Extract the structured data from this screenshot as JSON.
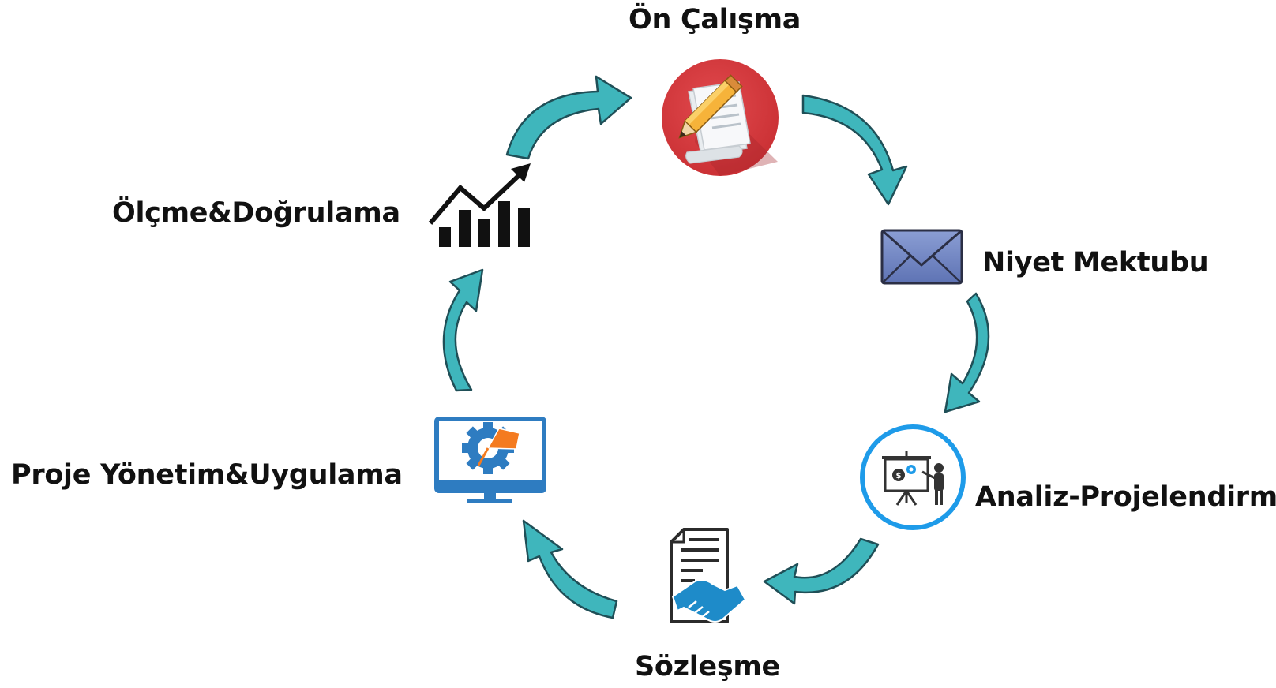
{
  "title": "",
  "steps": [
    {
      "id": "on-calisma",
      "label": "Ön Çalışma",
      "icon": "document-pencil-icon"
    },
    {
      "id": "niyet-mektubu",
      "label": "Niyet Mektubu",
      "icon": "envelope-icon"
    },
    {
      "id": "analiz-projelendirme",
      "label": "Analiz-Projelendirme",
      "icon": "presentation-board-icon"
    },
    {
      "id": "sozlesme",
      "label": "Sözleşme",
      "icon": "contract-handshake-icon"
    },
    {
      "id": "proje-yonetim",
      "label": "Proje Yönetim&Uygulama",
      "icon": "monitor-gear-icon"
    },
    {
      "id": "olcme-dogrulama",
      "label": "Ölçme&Doğrulama",
      "icon": "bar-chart-growth-icon"
    }
  ],
  "flow": "clockwise",
  "colors": {
    "arrow_fill": "#3FB6BC",
    "arrow_stroke": "#1F4F57",
    "red_circle": "#D9383D",
    "envelope_blue": "#7389C4",
    "analysis_ring": "#1E9BE9",
    "monitor_blue": "#2E7CC1",
    "handshake_blue": "#1E8BC9",
    "text": "#111111"
  }
}
